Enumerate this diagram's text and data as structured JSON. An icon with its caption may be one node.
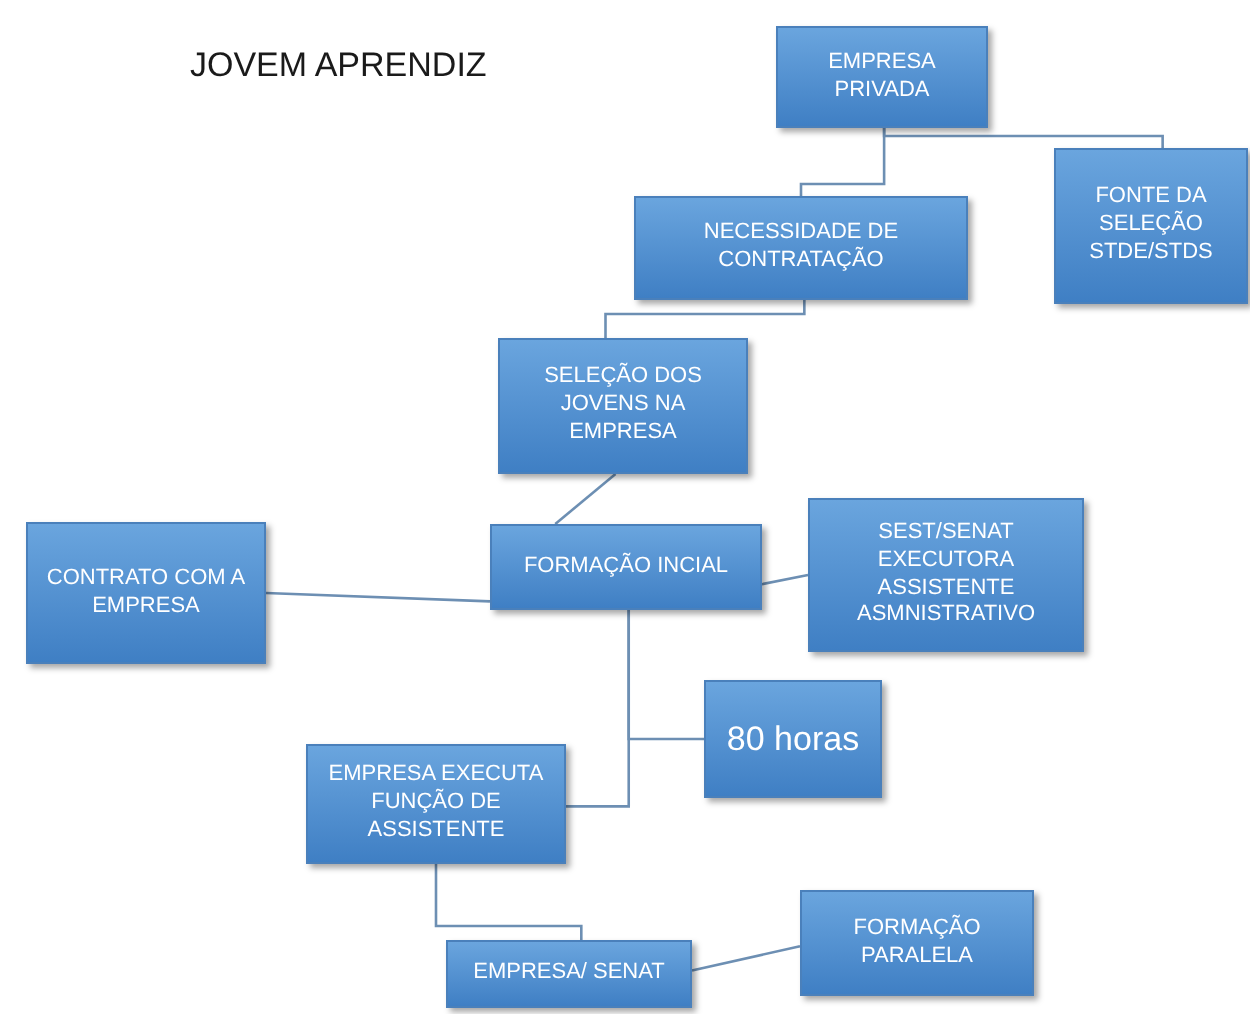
{
  "diagram": {
    "title": "JOVEM APRENDIZ",
    "nodes": [
      {
        "text": [
          "EMPRESA PRIVADA"
        ]
      },
      {
        "text": [
          "NECESSIDADE DE CONTRATAÇÃO"
        ]
      },
      {
        "text": [
          "FONTE DA SELEÇÃO STDE/STDS"
        ]
      },
      {
        "text": [
          "SELEÇÃO DOS JOVENS NA EMPRESA"
        ]
      },
      {
        "text": [
          "CONTRATO COM A EMPRESA"
        ]
      },
      {
        "text": [
          "FORMAÇÃO INCIAL"
        ]
      },
      {
        "text": [
          "SEST/SENAT EXECUTORA ASSISTENTE ASMNISTRATIVO"
        ]
      },
      {
        "text": [
          "80 horas"
        ]
      },
      {
        "text": [
          "EMPRESA EXECUTA FUNÇÃO DE ASSISTENTE"
        ]
      },
      {
        "text": [
          "EMPRESA/ SENAT"
        ]
      },
      {
        "text": [
          "FORMAÇÃO PARALELA"
        ]
      }
    ],
    "edges": [
      {
        "from": 0,
        "to": 1,
        "arrow": "none"
      },
      {
        "from": 0,
        "to": 2,
        "arrow": "none"
      },
      {
        "from": 1,
        "to": 3,
        "arrow": "none"
      },
      {
        "from": 3,
        "to": 5,
        "arrow": "none"
      },
      {
        "from": 5,
        "to": 4,
        "arrow": "none"
      },
      {
        "from": 5,
        "to": 6,
        "arrow": "none"
      },
      {
        "from": 5,
        "to": 8,
        "arrow": "none"
      },
      {
        "from": 5,
        "to": 7,
        "arrow": "none"
      },
      {
        "from": 8,
        "to": 9,
        "arrow": "none"
      },
      {
        "from": 9,
        "to": 10,
        "arrow": "none"
      }
    ]
  }
}
